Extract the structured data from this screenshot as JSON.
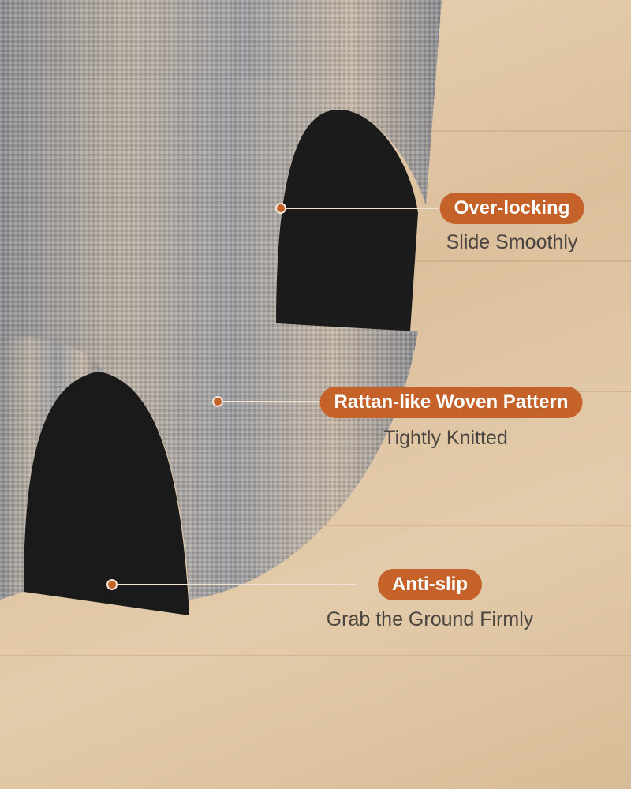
{
  "callouts": [
    {
      "title": "Over-locking",
      "subtitle": "Slide Smoothly"
    },
    {
      "title": "Rattan-like Woven Pattern",
      "subtitle": "Tightly Knitted"
    },
    {
      "title": "Anti-slip",
      "subtitle": "Grab the Ground Firmly"
    }
  ],
  "colors": {
    "accent": "#c4622a",
    "mat_gray": "#9a9a9c",
    "underside": "#1a1a1a",
    "wood": "#e3cbab"
  }
}
